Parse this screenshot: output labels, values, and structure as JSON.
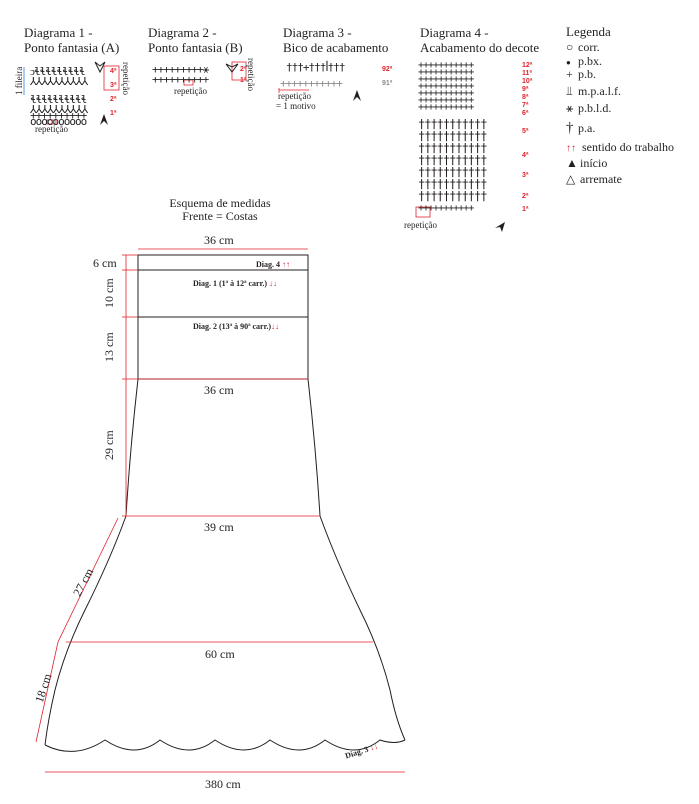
{
  "diagrams": {
    "d1": {
      "title1": "Diagrama 1 -",
      "title2": "Ponto fantasia (A)",
      "row_label": "1 fileira",
      "repeat_v": "repetição",
      "repeat_h": "repetição",
      "rows": [
        "4ª",
        "3ª",
        "2ª",
        "1ª"
      ]
    },
    "d2": {
      "title1": "Diagrama 2 -",
      "title2": "Ponto fantasia (B)",
      "repeat_v": "repetição",
      "repeat_h": "repetição",
      "rows": [
        "2ª",
        "1ª"
      ]
    },
    "d3": {
      "title1": "Diagrama 3 -",
      "title2": "Bico de acabamento",
      "repeat_h": "repetição",
      "motif": "= 1 motivo",
      "rows": [
        "92ª",
        "91ª"
      ]
    },
    "d4": {
      "title1": "Diagrama 4 -",
      "title2": "Acabamento do decote",
      "repeat_h": "repetição",
      "rows": [
        "12ª",
        "11ª",
        "10ª",
        "9ª",
        "8ª",
        "7ª",
        "6ª",
        "5ª",
        "4ª",
        "3ª",
        "2ª",
        "1ª"
      ]
    }
  },
  "legend": {
    "title": "Legenda",
    "items": [
      {
        "icon": "chain-icon",
        "glyph": "○",
        "label": "corr."
      },
      {
        "icon": "slip-stitch-icon",
        "glyph": "●",
        "label": "p.bx."
      },
      {
        "icon": "single-crochet-icon",
        "glyph": "+",
        "label": "p.b."
      },
      {
        "icon": "fpdc-icon",
        "glyph": "⫫",
        "label": "m.p.a.l.f."
      },
      {
        "icon": "sc-back-loop-icon",
        "glyph": "⚹",
        "label": "p.b.l.d."
      },
      {
        "icon": "double-crochet-icon",
        "glyph": "†",
        "label": "p.a."
      },
      {
        "icon": "direction-icon",
        "glyph": "↑↑",
        "label": "sentido do trabalho"
      },
      {
        "icon": "start-icon",
        "glyph": "▲",
        "label": "início"
      },
      {
        "icon": "end-icon",
        "glyph": "△",
        "label": "arremate"
      }
    ]
  },
  "schema": {
    "title1": "Esquema de medidas",
    "title2": "Frente = Costas",
    "top_width": "36 cm",
    "mid_width": "36 cm",
    "hip_width": "39 cm",
    "flare_width": "60 cm",
    "hem_width": "380 cm",
    "h1": "6 cm",
    "h2": "10 cm",
    "h3": "13 cm",
    "h4": "29 cm",
    "s1": "27 cm",
    "s2": "18 cm",
    "diag4": "Diag. 4",
    "diag1": "Diag. 1 (1ª à 12ª carr.)",
    "diag2": "Diag. 2 (13ª à 90ª carr.)",
    "diag3": "Diag. 3",
    "arrow_up": "↑↑",
    "arrow_down": "↓↓"
  }
}
